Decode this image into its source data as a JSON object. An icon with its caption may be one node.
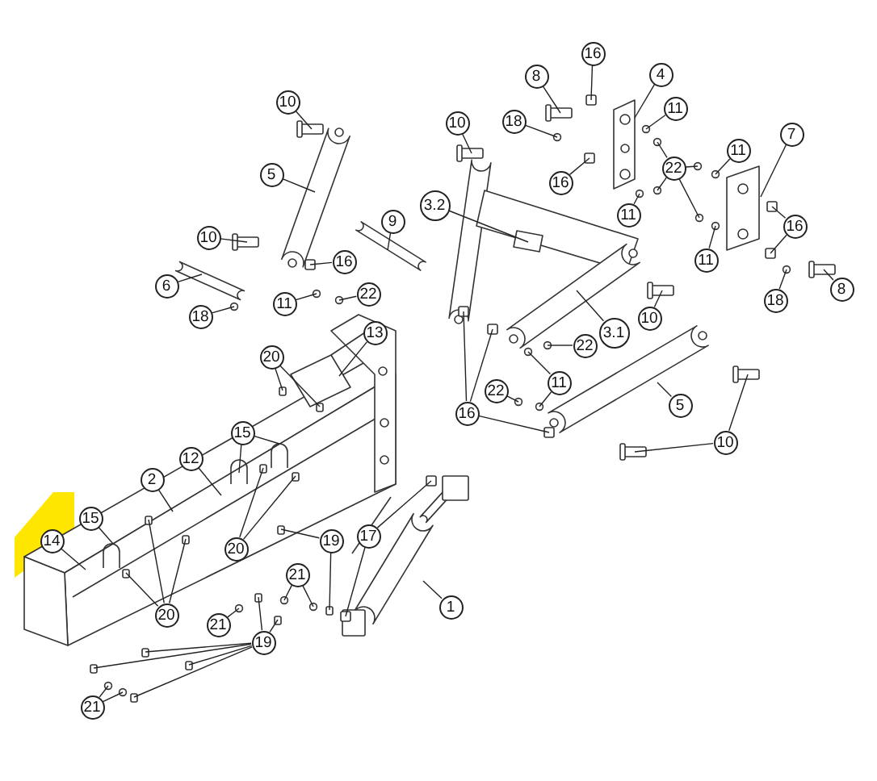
{
  "diagram": {
    "nodes": [
      {
        "text": [
          "16"
        ]
      },
      {
        "text": [
          "8"
        ]
      },
      {
        "text": [
          "4"
        ]
      },
      {
        "text": [
          "10"
        ]
      },
      {
        "text": [
          "11"
        ]
      },
      {
        "text": [
          "18"
        ]
      },
      {
        "text": [
          "10"
        ]
      },
      {
        "text": [
          "7"
        ]
      },
      {
        "text": [
          "11"
        ]
      },
      {
        "text": [
          "22"
        ]
      },
      {
        "text": [
          "5"
        ]
      },
      {
        "text": [
          "16"
        ]
      },
      {
        "text": [
          "3.2"
        ]
      },
      {
        "text": [
          "11"
        ]
      },
      {
        "text": [
          "9"
        ]
      },
      {
        "text": [
          "16"
        ]
      },
      {
        "text": [
          "10"
        ]
      },
      {
        "text": [
          "11"
        ]
      },
      {
        "text": [
          "16"
        ]
      },
      {
        "text": [
          "6"
        ]
      },
      {
        "text": [
          "22"
        ]
      },
      {
        "text": [
          "11"
        ]
      },
      {
        "text": [
          "8"
        ]
      },
      {
        "text": [
          "18"
        ]
      },
      {
        "text": [
          "18"
        ]
      },
      {
        "text": [
          "10"
        ]
      },
      {
        "text": [
          "3.1"
        ]
      },
      {
        "text": [
          "13"
        ]
      },
      {
        "text": [
          "20"
        ]
      },
      {
        "text": [
          "22"
        ]
      },
      {
        "text": [
          "11"
        ]
      },
      {
        "text": [
          "22"
        ]
      },
      {
        "text": [
          "5"
        ]
      },
      {
        "text": [
          "16"
        ]
      },
      {
        "text": [
          "15"
        ]
      },
      {
        "text": [
          "10"
        ]
      },
      {
        "text": [
          "12"
        ]
      },
      {
        "text": [
          "2"
        ]
      },
      {
        "text": [
          "15"
        ]
      },
      {
        "text": [
          "17"
        ]
      },
      {
        "text": [
          "14"
        ]
      },
      {
        "text": [
          "19"
        ]
      },
      {
        "text": [
          "20"
        ]
      },
      {
        "text": [
          "21"
        ]
      },
      {
        "text": [
          "1"
        ]
      },
      {
        "text": [
          "20"
        ]
      },
      {
        "text": [
          "21"
        ]
      },
      {
        "text": [
          "19"
        ]
      },
      {
        "text": [
          "21"
        ]
      }
    ],
    "edges": [
      {
        "from": 0,
        "to": null,
        "arrow": "none"
      },
      {
        "from": 1,
        "to": null,
        "arrow": "none"
      },
      {
        "from": 2,
        "to": null,
        "arrow": "none"
      },
      {
        "from": 3,
        "to": null,
        "arrow": "none"
      },
      {
        "from": 4,
        "to": null,
        "arrow": "none"
      },
      {
        "from": 5,
        "to": null,
        "arrow": "none"
      },
      {
        "from": 6,
        "to": null,
        "arrow": "none"
      },
      {
        "from": 7,
        "to": null,
        "arrow": "none"
      },
      {
        "from": 8,
        "to": null,
        "arrow": "none"
      },
      {
        "from": 9,
        "to": null,
        "arrow": "none"
      },
      {
        "from": 9,
        "to": null,
        "arrow": "none"
      },
      {
        "from": 9,
        "to": null,
        "arrow": "none"
      },
      {
        "from": 9,
        "to": null,
        "arrow": "none"
      },
      {
        "from": 10,
        "to": null,
        "arrow": "none"
      },
      {
        "from": 11,
        "to": null,
        "arrow": "none"
      },
      {
        "from": 12,
        "to": null,
        "arrow": "none"
      },
      {
        "from": 13,
        "to": null,
        "arrow": "none"
      },
      {
        "from": 14,
        "to": null,
        "arrow": "none"
      },
      {
        "from": 15,
        "to": null,
        "arrow": "none"
      },
      {
        "from": 15,
        "to": null,
        "arrow": "none"
      },
      {
        "from": 16,
        "to": null,
        "arrow": "none"
      },
      {
        "from": 17,
        "to": null,
        "arrow": "none"
      },
      {
        "from": 18,
        "to": null,
        "arrow": "none"
      },
      {
        "from": 19,
        "to": null,
        "arrow": "none"
      },
      {
        "from": 20,
        "to": null,
        "arrow": "none"
      },
      {
        "from": 21,
        "to": null,
        "arrow": "none"
      },
      {
        "from": 22,
        "to": null,
        "arrow": "none"
      },
      {
        "from": 23,
        "to": null,
        "arrow": "none"
      },
      {
        "from": 24,
        "to": null,
        "arrow": "none"
      },
      {
        "from": 25,
        "to": null,
        "arrow": "none"
      },
      {
        "from": 26,
        "to": null,
        "arrow": "none"
      },
      {
        "from": 27,
        "to": null,
        "arrow": "none"
      },
      {
        "from": 28,
        "to": null,
        "arrow": "none"
      },
      {
        "from": 28,
        "to": null,
        "arrow": "none"
      },
      {
        "from": 29,
        "to": null,
        "arrow": "none"
      },
      {
        "from": 30,
        "to": null,
        "arrow": "none"
      },
      {
        "from": 30,
        "to": null,
        "arrow": "none"
      },
      {
        "from": 31,
        "to": null,
        "arrow": "none"
      },
      {
        "from": 32,
        "to": null,
        "arrow": "none"
      },
      {
        "from": 33,
        "to": null,
        "arrow": "none"
      },
      {
        "from": 33,
        "to": null,
        "arrow": "none"
      },
      {
        "from": 33,
        "to": null,
        "arrow": "none"
      },
      {
        "from": 34,
        "to": null,
        "arrow": "none"
      },
      {
        "from": 34,
        "to": null,
        "arrow": "none"
      },
      {
        "from": 35,
        "to": null,
        "arrow": "none"
      },
      {
        "from": 35,
        "to": null,
        "arrow": "none"
      },
      {
        "from": 36,
        "to": null,
        "arrow": "none"
      },
      {
        "from": 37,
        "to": null,
        "arrow": "none"
      },
      {
        "from": 38,
        "to": null,
        "arrow": "none"
      },
      {
        "from": 39,
        "to": null,
        "arrow": "none"
      },
      {
        "from": 39,
        "to": null,
        "arrow": "none"
      },
      {
        "from": 40,
        "to": null,
        "arrow": "none"
      },
      {
        "from": 41,
        "to": null,
        "arrow": "none"
      },
      {
        "from": 41,
        "to": null,
        "arrow": "none"
      },
      {
        "from": 42,
        "to": null,
        "arrow": "none"
      },
      {
        "from": 42,
        "to": null,
        "arrow": "none"
      },
      {
        "from": 43,
        "to": null,
        "arrow": "none"
      },
      {
        "from": 43,
        "to": null,
        "arrow": "none"
      },
      {
        "from": 44,
        "to": null,
        "arrow": "none"
      },
      {
        "from": 45,
        "to": null,
        "arrow": "none"
      },
      {
        "from": 45,
        "to": null,
        "arrow": "none"
      },
      {
        "from": 45,
        "to": null,
        "arrow": "none"
      },
      {
        "from": 46,
        "to": null,
        "arrow": "none"
      },
      {
        "from": 47,
        "to": null,
        "arrow": "none"
      },
      {
        "from": 47,
        "to": null,
        "arrow": "none"
      },
      {
        "from": 47,
        "to": null,
        "arrow": "none"
      },
      {
        "from": 47,
        "to": null,
        "arrow": "none"
      },
      {
        "from": 47,
        "to": null,
        "arrow": "none"
      },
      {
        "from": 47,
        "to": null,
        "arrow": "none"
      },
      {
        "from": 48,
        "to": null,
        "arrow": "none"
      },
      {
        "from": 48,
        "to": null,
        "arrow": "none"
      }
    ]
  }
}
